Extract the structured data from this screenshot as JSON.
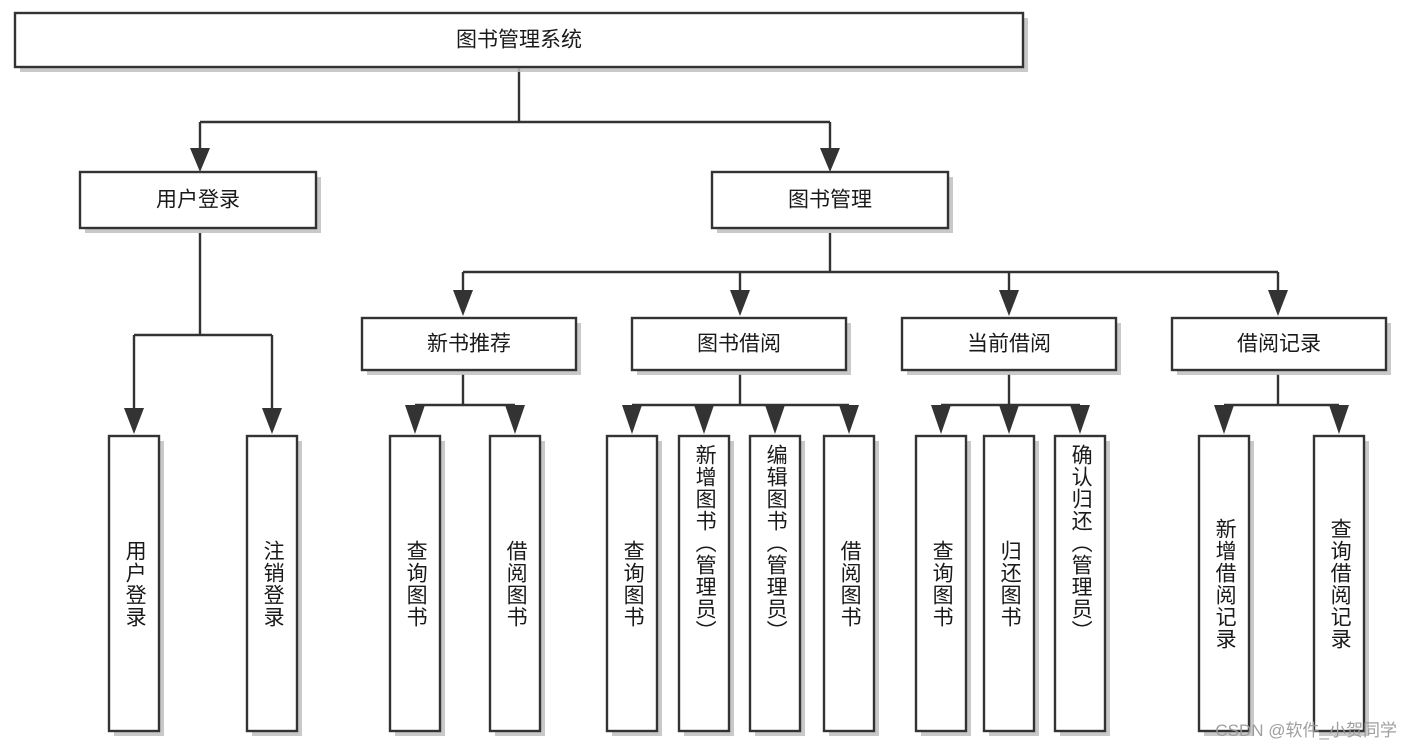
{
  "diagram": {
    "title": "图书管理系统",
    "watermark": "CSDN @软件_小贺同学",
    "colors": {
      "stroke": "#333333",
      "fill": "#ffffff",
      "shadow": "#bfbfbf",
      "text": "#1a1a1a",
      "watermark": "#9a9a9a"
    },
    "root": {
      "label": "图书管理系统"
    },
    "level2": [
      {
        "label": "用户登录"
      },
      {
        "label": "图书管理"
      }
    ],
    "level3": [
      {
        "label": "新书推荐"
      },
      {
        "label": "图书借阅"
      },
      {
        "label": "当前借阅"
      },
      {
        "label": "借阅记录"
      }
    ],
    "leaves": {
      "user_login": [
        {
          "label": "用户登录"
        },
        {
          "label": "注销登录"
        }
      ],
      "new_book": [
        {
          "label": "查询图书"
        },
        {
          "label": "借阅图书"
        }
      ],
      "book_borrow": [
        {
          "label": "查询图书"
        },
        {
          "label": "新增图书（管理员）"
        },
        {
          "label": "编辑图书（管理员）"
        },
        {
          "label": "借阅图书"
        }
      ],
      "current_borrow": [
        {
          "label": "查询图书"
        },
        {
          "label": "归还图书"
        },
        {
          "label": "确认归还（管理员）"
        }
      ],
      "borrow_record": [
        {
          "label": "新增借阅记录"
        },
        {
          "label": "查询借阅记录"
        }
      ]
    }
  }
}
